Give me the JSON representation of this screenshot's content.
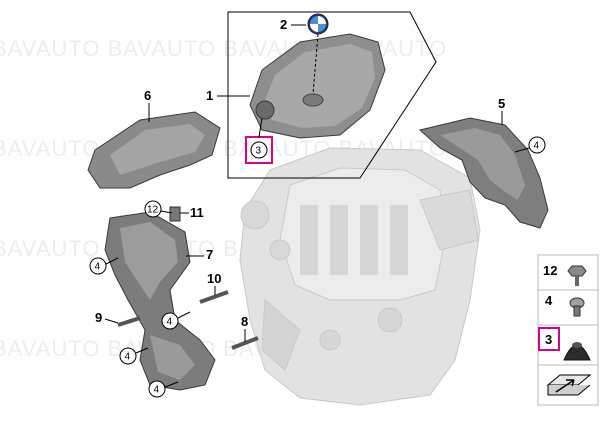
{
  "watermark": "BAVAUTO BAVAUTO BAVAUTO BAVAUTO",
  "callouts": {
    "c1": "1",
    "c2": "2",
    "c3": "3",
    "c5": "5",
    "c6": "6",
    "c7": "7",
    "c8": "8",
    "c9": "9",
    "c10": "10",
    "c11": "11",
    "c12": "12",
    "ring4": "4"
  },
  "legend": {
    "items": [
      "12",
      "4",
      "3"
    ]
  },
  "icons": {
    "logo": "bmw-roundel-icon",
    "arrow": "scroll-arrow-icon"
  },
  "colors": {
    "highlight": "#d4008c",
    "part_dark": "#6e6e6e",
    "part_mid": "#9a9a9a",
    "engine": "#dcdcdc"
  }
}
